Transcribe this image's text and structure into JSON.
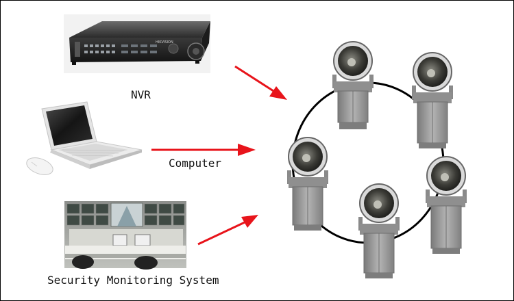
{
  "labels": {
    "nvr": "NVR",
    "computer": "Computer",
    "security": "Security Monitoring System"
  },
  "device_brand": "HIKVISION",
  "colors": {
    "arrow": "#e8141b",
    "ring": "#000000",
    "camera_body": "#9a9a9a",
    "lamp_glass": "#5a5a52"
  },
  "icons": [
    "nvr-device-icon",
    "laptop-icon",
    "mouse-icon",
    "control-room-icon",
    "ptz-searchlight-camera-icon"
  ]
}
